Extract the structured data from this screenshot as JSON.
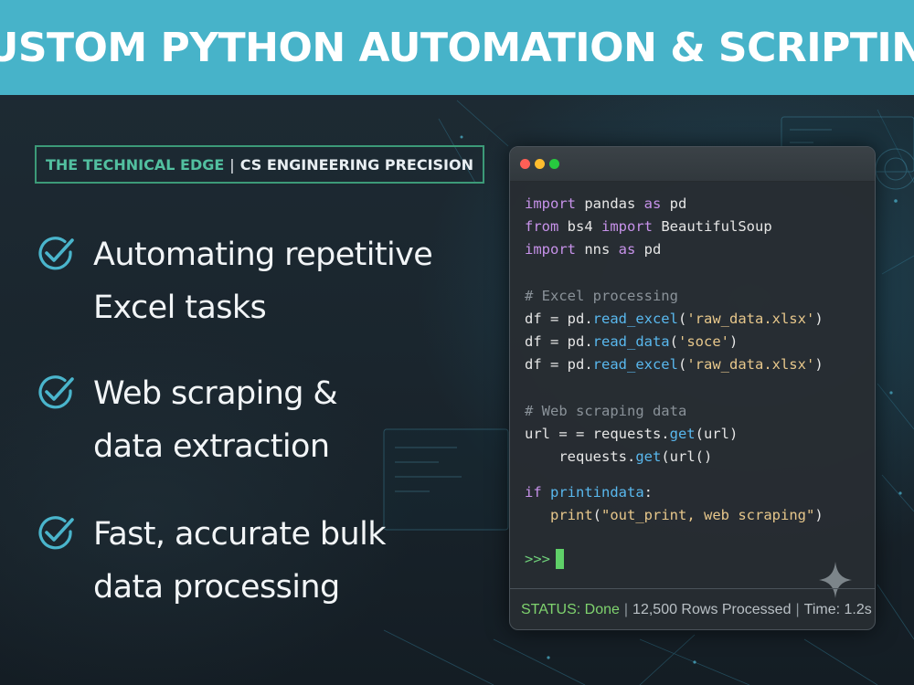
{
  "header": {
    "title": "CUSTOM PYTHON AUTOMATION & SCRIPTING"
  },
  "tagline": {
    "part_a": "THE TECHNICAL EDGE",
    "separator": "|",
    "part_b": "CS ENGINEERING PRECISION"
  },
  "features": [
    {
      "line1": "Automating repetitive",
      "line2": "Excel tasks"
    },
    {
      "line1": "Web scraping &",
      "line2": "data extraction"
    },
    {
      "line1": "Fast, accurate bulk",
      "line2": "data processing"
    }
  ],
  "terminal": {
    "code": {
      "l1": {
        "kw1": "import",
        "a": " pandas ",
        "kw2": "as",
        "b": " pd"
      },
      "l2": {
        "kw1": "from",
        "a": " bs4 ",
        "kw2": "import",
        "b": " BeautifulSoup"
      },
      "l3": {
        "kw1": "import",
        "a": " nns ",
        "kw2": "as",
        "b": " pd"
      },
      "l4": {
        "comment": "# Excel processing"
      },
      "l5": {
        "a": "df = pd.",
        "fn": "read_excel",
        "b": "(",
        "str": "'raw_data.xlsx'",
        "c": ")"
      },
      "l6": {
        "a": "df = pd.",
        "fn": "read_data",
        "b": "(",
        "str": "'soce'",
        "c": ")"
      },
      "l7": {
        "a": "df = pd.",
        "fn": "read_excel",
        "b": "(",
        "str": "'raw_data.xlsx'",
        "c": ")"
      },
      "l8": {
        "comment": "# Web scraping data"
      },
      "l9": {
        "a": "url = = requests.",
        "fn": "get",
        "b": "(url)"
      },
      "l10": {
        "a": "    requests.",
        "fn": "get",
        "b": "(url()"
      },
      "l11": {
        "kw": "if",
        "fn": " printindata",
        "b": ":"
      },
      "l12": {
        "a": "   ",
        "fn": "print",
        "b": "(",
        "str": "\"out_print, web scraping\"",
        "c": ")"
      }
    },
    "prompt": ">>>",
    "status": {
      "label": "STATUS: Done",
      "sep": "|",
      "rows": "12,500 Rows Processed",
      "sep2": "|",
      "time": "Time: 1.2s"
    }
  },
  "colors": {
    "header_bg": "#47b3c9",
    "accent_teal": "#52c0a0",
    "dot_red": "#ff5f56",
    "dot_yellow": "#ffbd2e",
    "dot_green": "#27c93f",
    "status_green": "#7fd36e"
  },
  "icons": {
    "feature": "checkmark-circle-icon",
    "sparkle": "sparkle-icon"
  }
}
